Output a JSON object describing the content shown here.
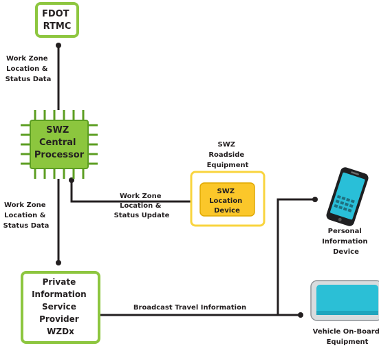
{
  "nodes": {
    "fdot_rtmc": {
      "lines": [
        "FDOT",
        "RTMC"
      ]
    },
    "central_processor": {
      "lines": [
        "SWZ",
        "Central",
        "Processor"
      ]
    },
    "roadside_equipment": {
      "lines": [
        "SWZ",
        "Roadside",
        "Equipment"
      ]
    },
    "location_device": {
      "lines": [
        "SWZ",
        "Location",
        "Device"
      ]
    },
    "private_provider": {
      "lines": [
        "Private",
        "Information",
        "Service",
        "Provider",
        "WZDx"
      ]
    },
    "personal_device": {
      "lines": [
        "Personal",
        "Information",
        "Device"
      ]
    },
    "vehicle_equipment": {
      "lines": [
        "Vehicle On-Board",
        "Equipment"
      ]
    }
  },
  "edges": {
    "rtmc_to_processor": {
      "lines": [
        "Work Zone",
        "Location &",
        "Status Data"
      ]
    },
    "processor_to_provider": {
      "lines": [
        "Work Zone",
        "Location &",
        "Status Data"
      ]
    },
    "device_to_processor": {
      "lines": [
        "Work Zone",
        "Location &",
        "Status Update"
      ]
    },
    "provider_broadcast": {
      "lines": [
        "Broadcast Travel Information"
      ]
    }
  },
  "colors": {
    "green_border": "#8dc63f",
    "chip_fill": "#8cc63e",
    "chip_dark": "#5c9e22",
    "yellow_border": "#f9d43e",
    "yellow_fill": "#fbc72a",
    "phone_screen": "#29bfd8",
    "vehicle_screen": "#2bbfd6",
    "line": "#231f20"
  }
}
